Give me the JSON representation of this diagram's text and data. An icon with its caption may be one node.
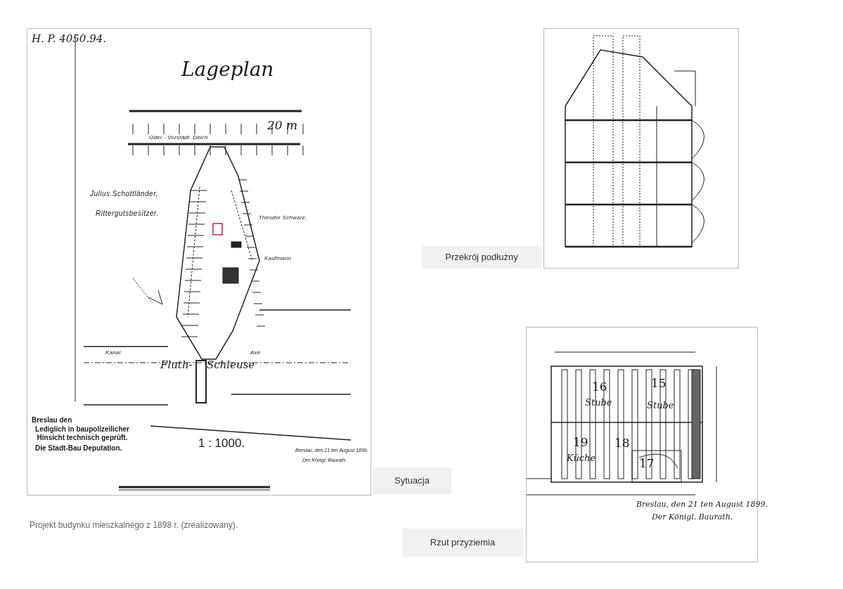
{
  "diagram": {
    "caption": "Projekt budynku mieszkalnego z 1898 r. (zrealizowany).",
    "nodes": [
      {
        "text": [],
        "shape": "picture"
      },
      {
        "text": [],
        "shape": "picture"
      },
      {
        "text": [
          "Przekrój podłużny"
        ]
      },
      {
        "text": [],
        "shape": "picture"
      },
      {
        "text": [
          "Sytuacja"
        ]
      },
      {
        "text": [
          "Rzut przyziemia"
        ]
      }
    ],
    "labels": [
      "H. P. 4050.94.",
      "Lageplan",
      "20 m",
      "Oder - Vorstädt. Deich",
      "Julius Schottländer,",
      "Rittergutsbesitzer.",
      "Theodor Schwarz,",
      "Kaufmann",
      "Kanal",
      "Axe",
      "Fluth-",
      "Schleuse",
      "Breslau den",
      "Lediglich in baupolizeilicher Hinsicht technisch geprüft.",
      "Die Stadt-Bau Deputation.",
      "1 : 1000.",
      "Breslau, den 21 ten August 1899.",
      "Der Königl. Baurath.",
      "16",
      "Stube",
      "15",
      "Stube",
      "19",
      "Küche",
      "18",
      "17",
      "Breslau, den 21 ten August 1899.",
      "Der Königl. Baurath."
    ]
  }
}
